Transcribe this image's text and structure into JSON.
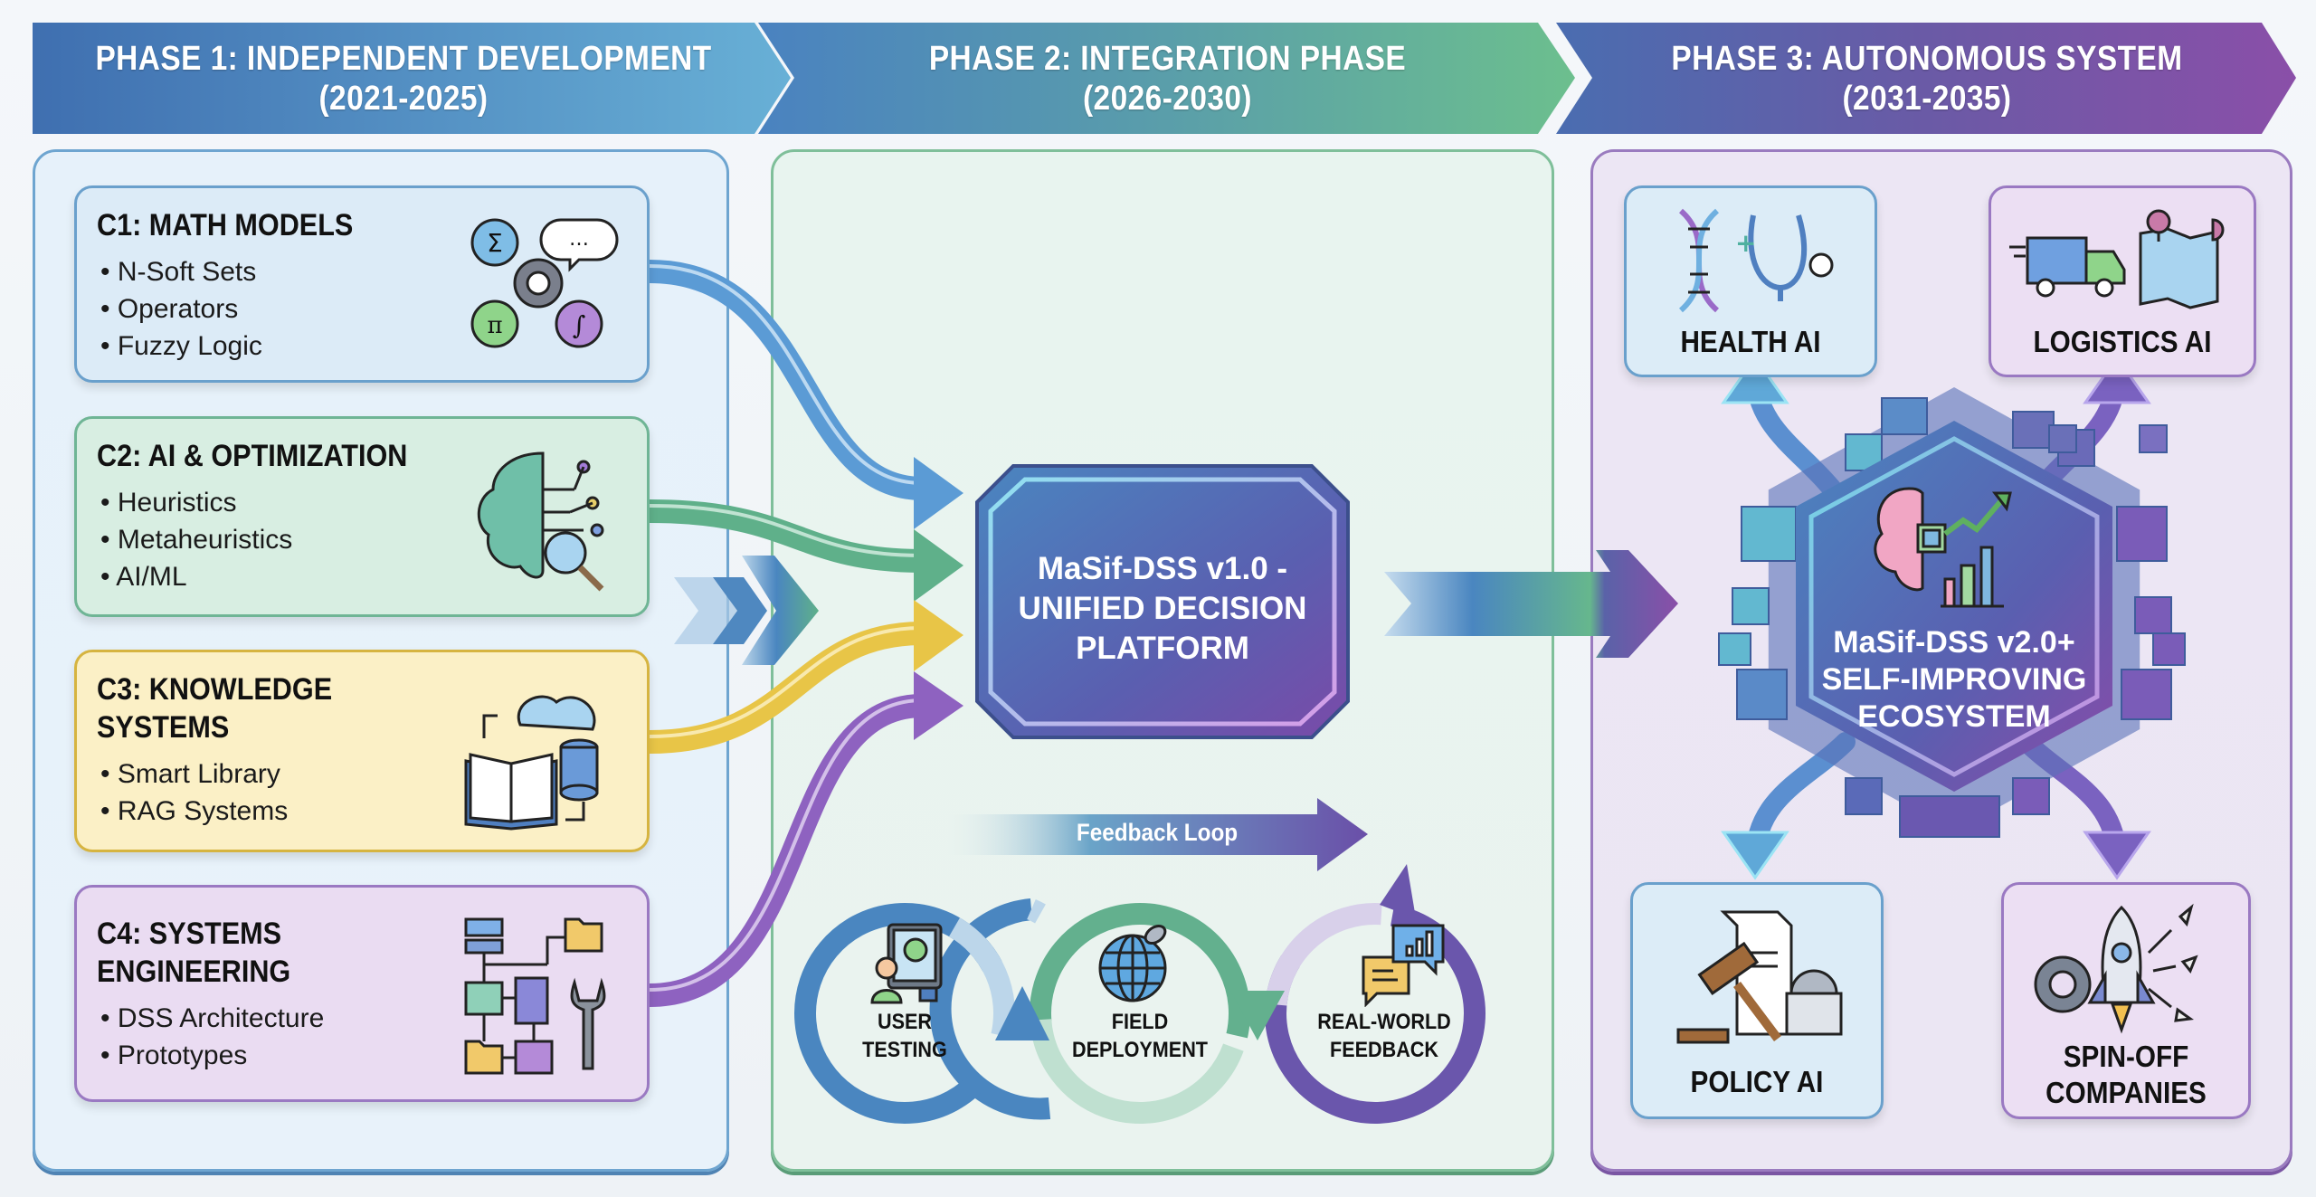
{
  "phases": [
    {
      "title": "PHASE 1: INDEPENDENT DEVELOPMENT",
      "years": "(2021-2025)"
    },
    {
      "title": "PHASE 2: INTEGRATION PHASE",
      "years": "(2026-2030)"
    },
    {
      "title": "PHASE 3: AUTONOMOUS SYSTEM",
      "years": "(2031-2035)"
    }
  ],
  "components": [
    {
      "title": "C1: MATH MODELS",
      "items": [
        "N-Soft Sets",
        "Operators",
        "Fuzzy Logic"
      ],
      "icon": "math-cycle-icon",
      "color": "#5b9bd5"
    },
    {
      "title": "C2: AI & OPTIMIZATION",
      "items": [
        "Heuristics",
        "Metaheuristics",
        "AI/ML"
      ],
      "icon": "brain-search-icon",
      "color": "#5fb08a"
    },
    {
      "title_line1": "C3: KNOWLEDGE",
      "title_line2": "SYSTEMS",
      "items": [
        "Smart Library",
        "RAG Systems"
      ],
      "icon": "book-cloud-database-icon",
      "color": "#e8c547"
    },
    {
      "title_line1": "C4: SYSTEMS",
      "title_line2": "ENGINEERING",
      "items": [
        "DSS Architecture",
        "Prototypes"
      ],
      "icon": "architecture-wrench-icon",
      "color": "#8e62c0"
    }
  ],
  "platform": {
    "line1": "MaSif-DSS v1.0 -",
    "line2": "UNIFIED DECISION",
    "line3": "PLATFORM"
  },
  "feedback": {
    "label": "Feedback Loop",
    "stages": [
      {
        "line1": "USER",
        "line2": "TESTING",
        "icon": "user-tablet-check-icon"
      },
      {
        "line1": "FIELD",
        "line2": "DEPLOYMENT",
        "icon": "globe-satellite-icon"
      },
      {
        "line1": "REAL-WORLD",
        "line2": "FEEDBACK",
        "icon": "chat-chart-icon"
      }
    ]
  },
  "ecosystem": {
    "line1": "MaSif-DSS v2.0+",
    "line2": "SELF-IMPROVING",
    "line3": "ECOSYSTEM"
  },
  "outcomes": [
    {
      "label": "HEALTH AI",
      "icon": "dna-stethoscope-icon"
    },
    {
      "label": "LOGISTICS AI",
      "icon": "truck-map-icon"
    },
    {
      "label": "POLICY AI",
      "icon": "gavel-capitol-icon"
    },
    {
      "line1": "SPIN-OFF",
      "line2": "COMPANIES",
      "icon": "rocket-gear-icon"
    }
  ]
}
